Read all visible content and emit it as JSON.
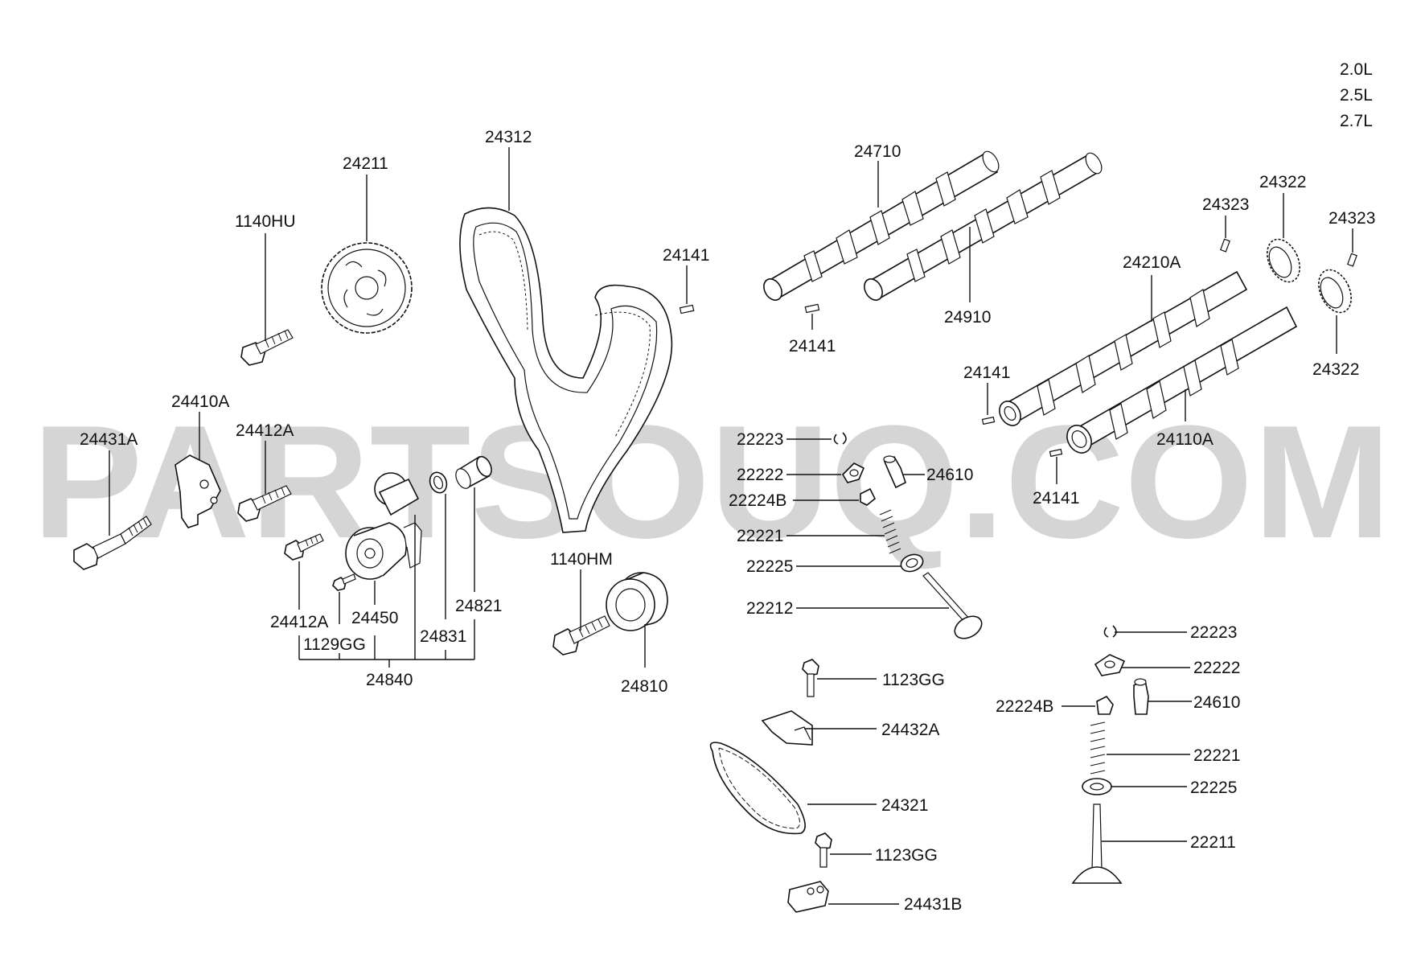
{
  "engine_variants": [
    "2.0L",
    "2.5L",
    "2.7L"
  ],
  "watermark": "PARTSOUQ.COM",
  "part_labels": {
    "p24312": "24312",
    "p24211": "24211",
    "p1140HU": "1140HU",
    "p24141_belt": "24141",
    "p24410A": "24410A",
    "p24412A_top": "24412A",
    "p24431A": "24431A",
    "p24412A_bottom": "24412A",
    "p24450": "24450",
    "p1129GG": "1129GG",
    "p24831": "24831",
    "p24821": "24821",
    "p24840": "24840",
    "p1140HM": "1140HM",
    "p24810": "24810",
    "p24710": "24710",
    "p24910": "24910",
    "p24141_cam_left": "24141",
    "p24322_top": "24322",
    "p24323_left": "24323",
    "p24323_right": "24323",
    "p24210A": "24210A",
    "p24322_bottom": "24322",
    "p24141_mid": "24141",
    "p24110A": "24110A",
    "p24141_right": "24141",
    "p22223_a": "22223",
    "p22222_a": "22222",
    "p24610_a": "24610",
    "p22224B_a": "22224B",
    "p22221_a": "22221",
    "p22225_a": "22225",
    "p22212": "22212",
    "p1123GG_top": "1123GG",
    "p24432A": "24432A",
    "p24321": "24321",
    "p1123GG_bottom": "1123GG",
    "p24431B": "24431B",
    "p22223_b": "22223",
    "p22222_b": "22222",
    "p22224B_b": "22224B",
    "p24610_b": "24610",
    "p22221_b": "22221",
    "p22225_b": "22225",
    "p22211": "22211"
  }
}
